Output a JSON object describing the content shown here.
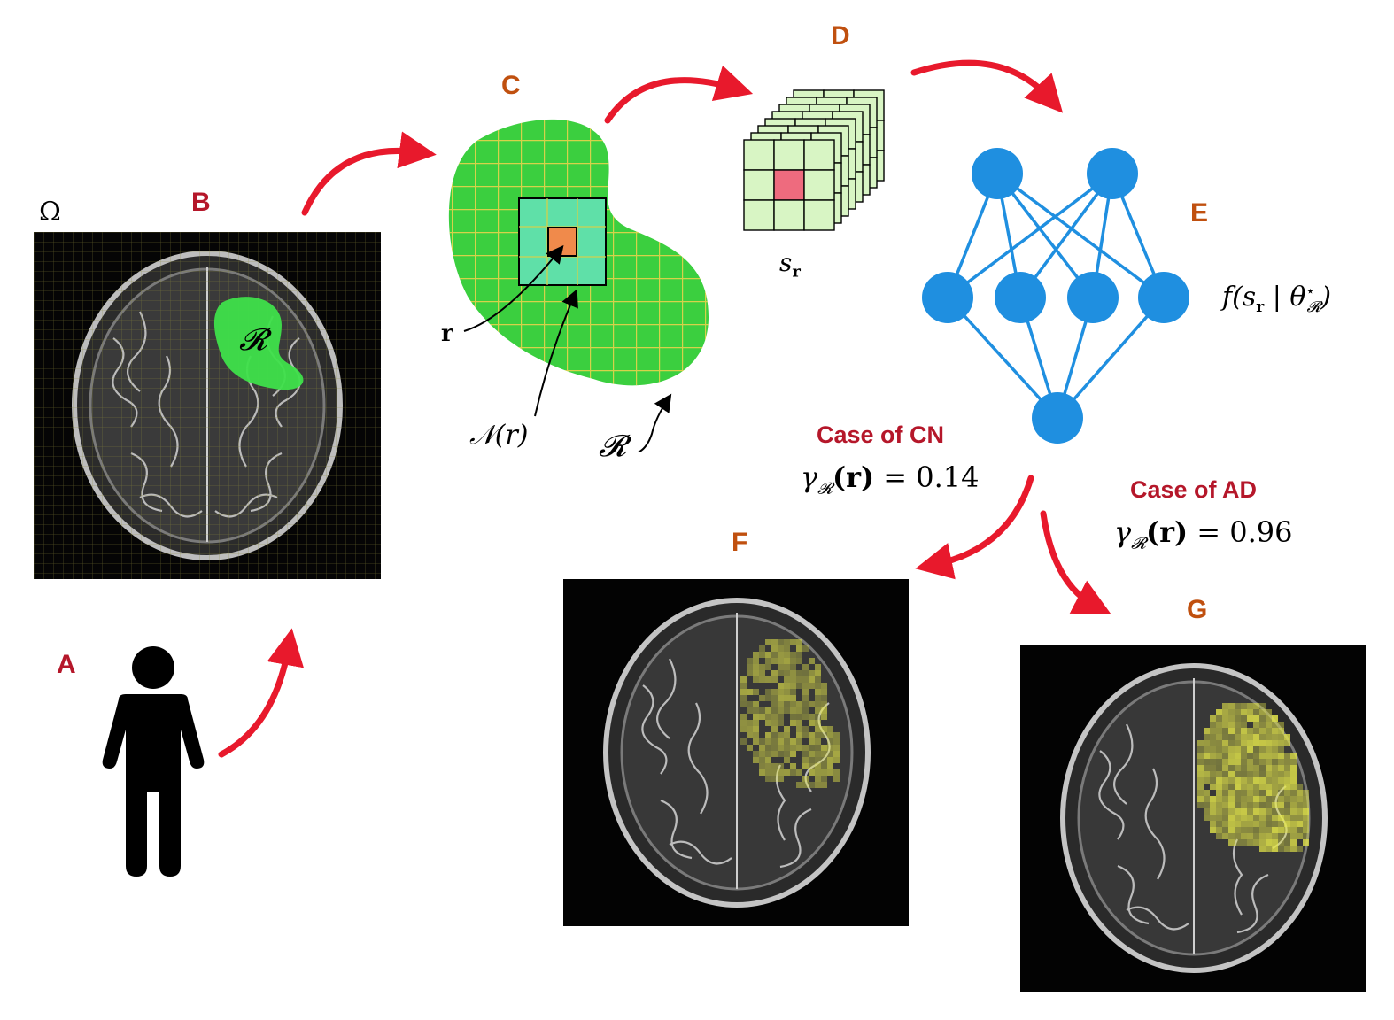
{
  "panels": {
    "A": "A",
    "B": "B",
    "C": "C",
    "D": "D",
    "E": "E",
    "F": "F",
    "G": "G"
  },
  "symbols": {
    "omega": "Ω",
    "region": "𝓡",
    "voxel": "r",
    "neighborhood": "𝒩(r)",
    "sample": "s",
    "sample_sub": "r",
    "model_fn": "f(s",
    "model_rest": "| θ",
    "model_sup": "⋆",
    "model_sub": "𝓡",
    "model_close": ")"
  },
  "cases": {
    "cn": {
      "label": "Case of CN",
      "gamma_prefix": "γ",
      "gamma_sub": "𝓡",
      "gamma_arg": "(r)",
      "gamma_value": "= 0.14"
    },
    "ad": {
      "label": "Case of AD",
      "gamma_prefix": "γ",
      "gamma_sub": "𝓡",
      "gamma_arg": "(r)",
      "gamma_value": "= 0.96"
    }
  },
  "colors": {
    "arrow": "#e8192c",
    "panel_label_red": "#b5172a",
    "panel_label_orange": "#c0500f",
    "region_green": "#3bcf3f",
    "grid_yellow": "#d6d24a",
    "neighborhood_teal": "#5fe0a8",
    "voxel_orange": "#f08a4b",
    "cube_fill": "#d8f5c4",
    "cube_center": "#ee6b7e",
    "network_blue": "#1f8fe0",
    "heatmap_yellow": "#e6e84a"
  }
}
